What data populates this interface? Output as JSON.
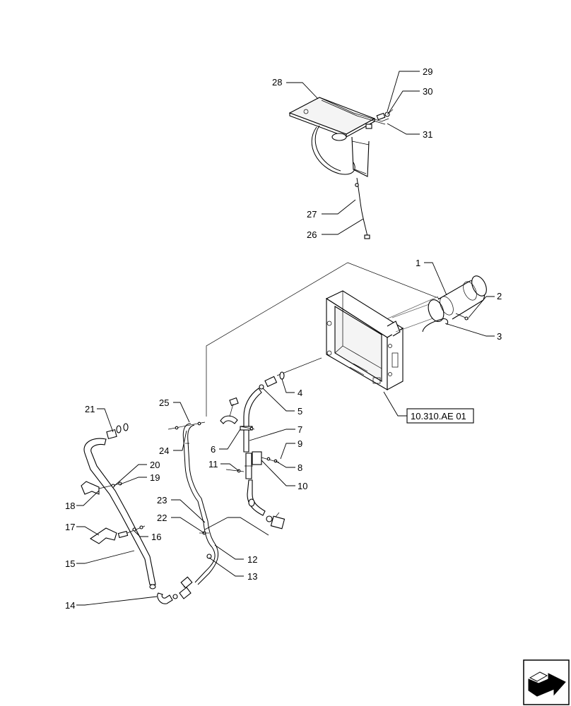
{
  "diagram": {
    "callouts": [
      {
        "id": "c1",
        "label": "1"
      },
      {
        "id": "c2",
        "label": "2"
      },
      {
        "id": "c3",
        "label": "3"
      },
      {
        "id": "c4",
        "label": "4"
      },
      {
        "id": "c5",
        "label": "5"
      },
      {
        "id": "c6",
        "label": "6"
      },
      {
        "id": "c7",
        "label": "7"
      },
      {
        "id": "c8",
        "label": "8"
      },
      {
        "id": "c9",
        "label": "9"
      },
      {
        "id": "c10",
        "label": "10"
      },
      {
        "id": "c11",
        "label": "11"
      },
      {
        "id": "c12",
        "label": "12"
      },
      {
        "id": "c13",
        "label": "13"
      },
      {
        "id": "c14",
        "label": "14"
      },
      {
        "id": "c15",
        "label": "15"
      },
      {
        "id": "c16",
        "label": "16"
      },
      {
        "id": "c17",
        "label": "17"
      },
      {
        "id": "c18",
        "label": "18"
      },
      {
        "id": "c19",
        "label": "19"
      },
      {
        "id": "c20",
        "label": "20"
      },
      {
        "id": "c21",
        "label": "21"
      },
      {
        "id": "c22",
        "label": "22"
      },
      {
        "id": "c23",
        "label": "23"
      },
      {
        "id": "c24",
        "label": "24"
      },
      {
        "id": "c25",
        "label": "25"
      },
      {
        "id": "c26",
        "label": "26"
      },
      {
        "id": "c27",
        "label": "27"
      },
      {
        "id": "c28",
        "label": "28"
      },
      {
        "id": "c29",
        "label": "29"
      },
      {
        "id": "c30",
        "label": "30"
      },
      {
        "id": "c31",
        "label": "31"
      }
    ],
    "reference_box": "10.310.AE 01",
    "nav_icon": "next-page-arrow-icon"
  }
}
